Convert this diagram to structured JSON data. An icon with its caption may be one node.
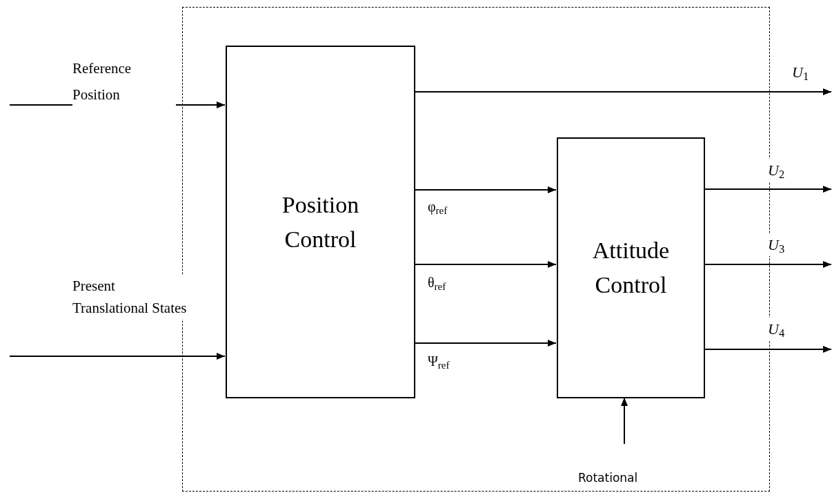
{
  "diagram": {
    "nodes": [
      {
        "text": [],
        "shape": "box"
      },
      {
        "text": [
          "Position Control"
        ],
        "in": 0
      },
      {
        "text": [
          "Attitude Control"
        ],
        "in": 0
      }
    ],
    "edges": [
      {
        "from": null,
        "to": 1,
        "arrow": "to",
        "label": "Reference Position"
      },
      {
        "from": null,
        "to": 1,
        "arrow": "to",
        "label": "Present Translational States"
      },
      {
        "from": 1,
        "to": null,
        "arrow": "to",
        "label": "*U*$_{1}$"
      },
      {
        "from": 1,
        "to": 2,
        "arrow": "to",
        "label": "φ$_{ref}$"
      },
      {
        "from": 1,
        "to": 2,
        "arrow": "to",
        "label": "θ$_{ref}$"
      },
      {
        "from": 1,
        "to": 2,
        "arrow": "to",
        "label": "Ψ$_{ref}$"
      },
      {
        "from": 2,
        "to": null,
        "arrow": "to",
        "label": "*U*$_{2}$"
      },
      {
        "from": 2,
        "to": null,
        "arrow": "to",
        "label": "*U*$_{3}$"
      },
      {
        "from": 2,
        "to": null,
        "arrow": "to",
        "label": "*U*$_{4}$"
      },
      {
        "from": null,
        "to": 2,
        "arrow": "to",
        "label": "Rotational"
      }
    ]
  }
}
